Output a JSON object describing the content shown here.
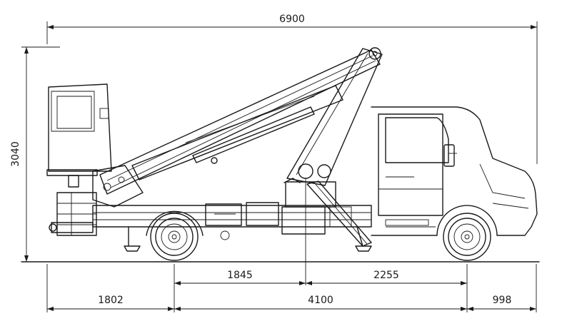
{
  "dimensions": {
    "overall_length": "6900",
    "overall_height": "3040",
    "front_overhang_to_turntable": "1845",
    "turntable_to_rear_axle": "2255",
    "rear_overhang": "1802",
    "wheelbase": "4100",
    "front_overhang": "998"
  },
  "colors": {
    "line": "#1a1a1a",
    "background": "#ffffff"
  },
  "icons": {
    "arrow": "dimension-arrow-head"
  }
}
